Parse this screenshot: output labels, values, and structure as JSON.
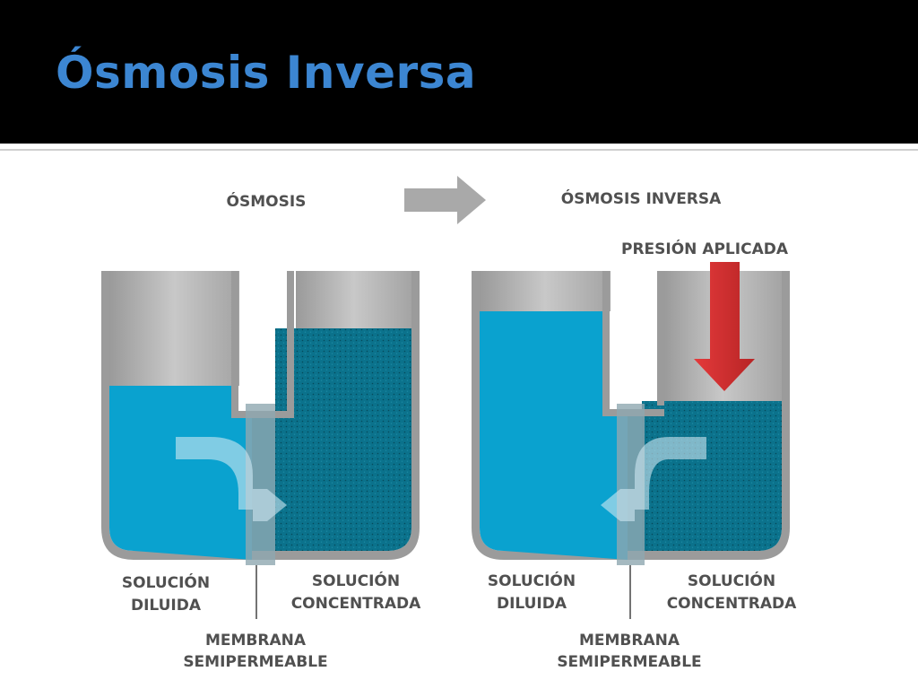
{
  "slide": {
    "title": "Ósmosis Inversa"
  },
  "diagram": {
    "left_panel": {
      "heading": "ÓSMOSIS",
      "label_left_1": "SOLUCIÓN",
      "label_left_2": "DILUIDA",
      "label_right_1": "SOLUCIÓN",
      "label_right_2": "CONCENTRADA",
      "membrane_1": "MEMBRANA",
      "membrane_2": "SEMIPERMEABLE"
    },
    "right_panel": {
      "heading": "ÓSMOSIS INVERSA",
      "pressure_label": "PRESIÓN APLICADA",
      "label_left_1": "SOLUCIÓN",
      "label_left_2": "DILUIDA",
      "label_right_1": "SOLUCIÓN",
      "label_right_2": "CONCENTRADA",
      "membrane_1": "MEMBRANA",
      "membrane_2": "SEMIPERMEABLE"
    },
    "colors": {
      "title": "#3c86d2",
      "diluted_water": "#0aa2cf",
      "concentrated_water": "#0b728c",
      "container": "#9b9b9b",
      "arrow_gray": "#a9a9a9",
      "pressure_arrow": "#cc3031"
    }
  }
}
